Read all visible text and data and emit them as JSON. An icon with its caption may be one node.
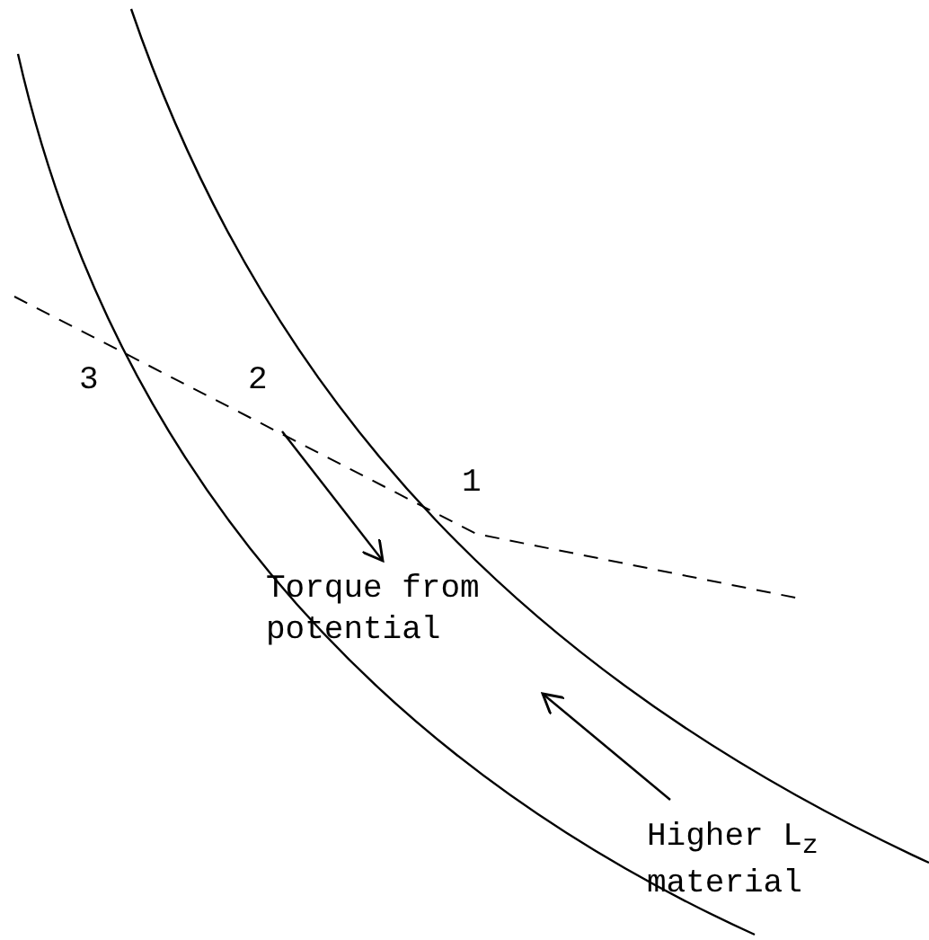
{
  "diagram": {
    "labels": [
      "3",
      "2",
      "1",
      "Torque from potential",
      "Higher L$_{z}$ material"
    ]
  }
}
